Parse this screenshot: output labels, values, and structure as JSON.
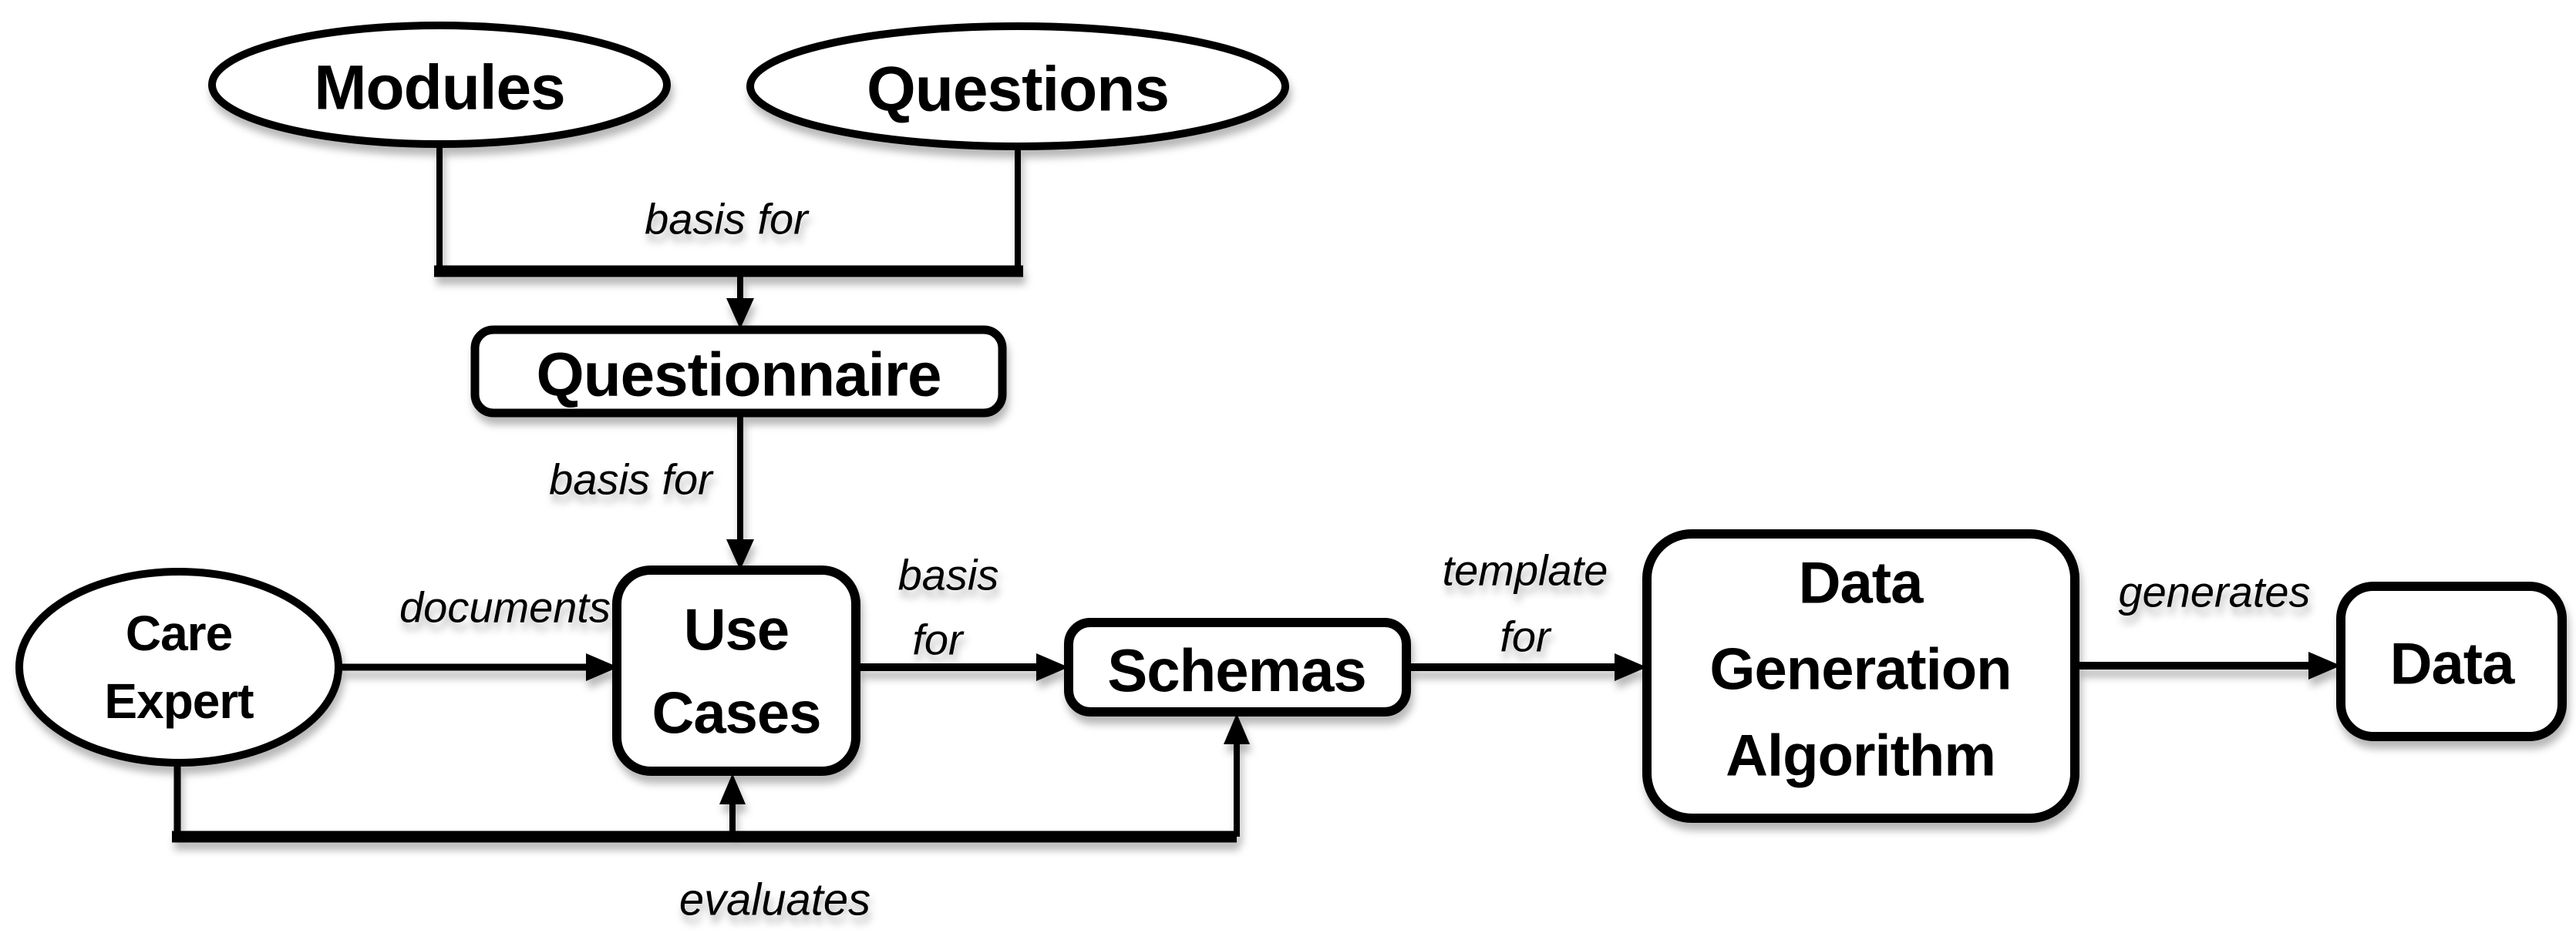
{
  "colors": {
    "ink": "#000000",
    "background": "#ffffff"
  },
  "nodes": {
    "modules": {
      "label": "Modules"
    },
    "questions": {
      "label": "Questions"
    },
    "questionnaire": {
      "label": "Questionnaire"
    },
    "care_expert": {
      "line1": "Care",
      "line2": "Expert"
    },
    "use_cases": {
      "line1": "Use",
      "line2": "Cases"
    },
    "schemas": {
      "label": "Schemas"
    },
    "data_generation_algorithm": {
      "line1": "Data",
      "line2": "Generation",
      "line3": "Algorithm"
    },
    "data": {
      "label": "Data"
    }
  },
  "edges": {
    "modules_questions_to_questionnaire": {
      "label": "basis for"
    },
    "questionnaire_to_use_cases": {
      "label": "basis for"
    },
    "care_expert_to_use_cases": {
      "label": "documents"
    },
    "use_cases_to_schemas": {
      "line1": "basis",
      "line2": "for"
    },
    "schemas_to_data_generation_algorithm": {
      "line1": "template",
      "line2": "for"
    },
    "data_generation_algorithm_to_data": {
      "label": "generates"
    },
    "care_expert_evaluates": {
      "label": "evaluates"
    }
  }
}
